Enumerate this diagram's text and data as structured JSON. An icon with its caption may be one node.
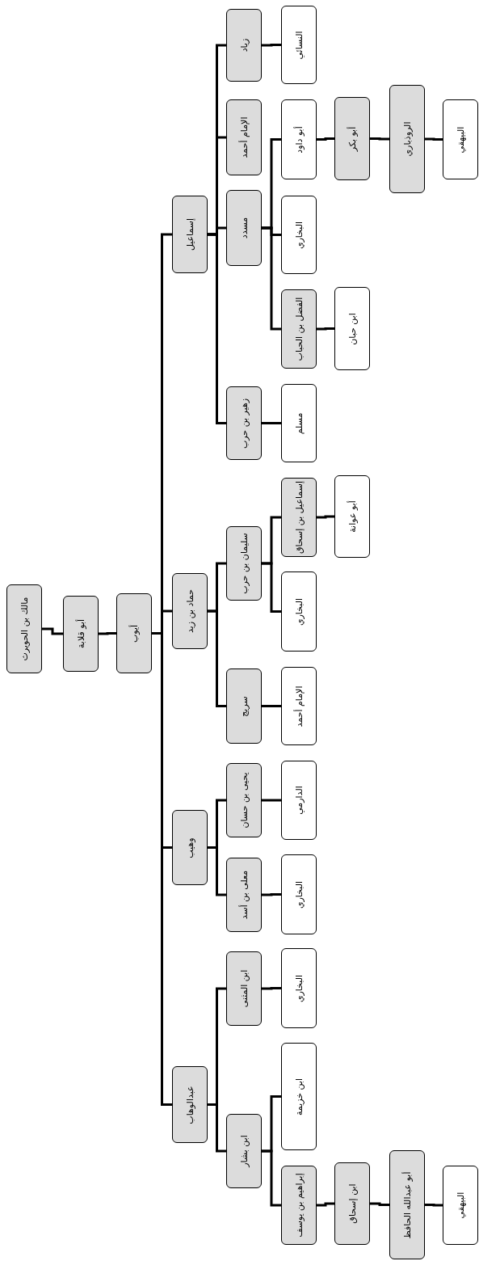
{
  "diagram": {
    "nodes": [
      {
        "text": [
          "مالك بن الحويرث"
        ]
      },
      {
        "text": [
          "أبو قلابة"
        ]
      },
      {
        "text": [
          "أيوب"
        ]
      },
      {
        "text": [
          "إسماعيل"
        ]
      },
      {
        "text": [
          "حماد بن زيد"
        ]
      },
      {
        "text": [
          "وهيب"
        ]
      },
      {
        "text": [
          "عبدالوهاب"
        ]
      },
      {
        "text": [
          "زياد"
        ]
      },
      {
        "text": [
          "الإمام أحمد"
        ]
      },
      {
        "text": [
          "مسدد"
        ]
      },
      {
        "text": [
          "زهير بن حرب"
        ]
      },
      {
        "text": [
          "سليمان بن حرب"
        ]
      },
      {
        "text": [
          "سريج"
        ]
      },
      {
        "text": [
          "يحيى بن حسان"
        ]
      },
      {
        "text": [
          "معلى بن أسد"
        ]
      },
      {
        "text": [
          "ابن المثنى"
        ]
      },
      {
        "text": [
          "ابن بشار"
        ]
      },
      {
        "text": [
          "النسائي"
        ]
      },
      {
        "text": [
          "أبو داود"
        ]
      },
      {
        "text": [
          "البخاري"
        ]
      },
      {
        "text": [
          "الفضل بن الحباب"
        ]
      },
      {
        "text": [
          "مسلم"
        ]
      },
      {
        "text": [
          "إسماعيل بن إسحاق"
        ]
      },
      {
        "text": [
          "البخاري"
        ]
      },
      {
        "text": [
          "الإمام أحمد"
        ]
      },
      {
        "text": [
          "الدارمي"
        ]
      },
      {
        "text": [
          "البخاري"
        ]
      },
      {
        "text": [
          "البخاري"
        ]
      },
      {
        "text": [
          "ابن خزيمة"
        ]
      },
      {
        "text": [
          "إبراهيم بن يوسف"
        ]
      },
      {
        "text": [
          "أبو بكر"
        ]
      },
      {
        "text": [
          "ابن حبان"
        ]
      },
      {
        "text": [
          "أبو عوانة"
        ]
      },
      {
        "text": [
          "ابن إسحاق"
        ]
      },
      {
        "text": [
          "الروذباري"
        ]
      },
      {
        "text": [
          "أبو عبدالله الحافظ"
        ]
      },
      {
        "text": [
          "البيهقي"
        ]
      },
      {
        "text": [
          "البيهقي"
        ]
      }
    ],
    "edges": [
      {
        "from": 0,
        "to": 1,
        "arrow": "none"
      },
      {
        "from": 1,
        "to": 2,
        "arrow": "none"
      },
      {
        "from": 2,
        "to": 3,
        "arrow": "none"
      },
      {
        "from": 2,
        "to": 4,
        "arrow": "none"
      },
      {
        "from": 2,
        "to": 5,
        "arrow": "none"
      },
      {
        "from": 2,
        "to": 6,
        "arrow": "none"
      },
      {
        "from": 3,
        "to": 7,
        "arrow": "none"
      },
      {
        "from": 3,
        "to": 8,
        "arrow": "none"
      },
      {
        "from": 3,
        "to": 9,
        "arrow": "none"
      },
      {
        "from": 3,
        "to": 10,
        "arrow": "none"
      },
      {
        "from": 4,
        "to": 11,
        "arrow": "none"
      },
      {
        "from": 4,
        "to": 12,
        "arrow": "none"
      },
      {
        "from": 5,
        "to": 13,
        "arrow": "none"
      },
      {
        "from": 5,
        "to": 14,
        "arrow": "none"
      },
      {
        "from": 6,
        "to": 15,
        "arrow": "none"
      },
      {
        "from": 6,
        "to": 16,
        "arrow": "none"
      },
      {
        "from": 7,
        "to": 17,
        "arrow": "none"
      },
      {
        "from": 9,
        "to": 18,
        "arrow": "none"
      },
      {
        "from": 9,
        "to": 19,
        "arrow": "none"
      },
      {
        "from": 9,
        "to": 20,
        "arrow": "none"
      },
      {
        "from": 10,
        "to": 21,
        "arrow": "none"
      },
      {
        "from": 11,
        "to": 22,
        "arrow": "none"
      },
      {
        "from": 11,
        "to": 23,
        "arrow": "none"
      },
      {
        "from": 12,
        "to": 24,
        "arrow": "none"
      },
      {
        "from": 13,
        "to": 25,
        "arrow": "none"
      },
      {
        "from": 14,
        "to": 26,
        "arrow": "none"
      },
      {
        "from": 15,
        "to": 27,
        "arrow": "none"
      },
      {
        "from": 16,
        "to": 28,
        "arrow": "none"
      },
      {
        "from": 16,
        "to": 29,
        "arrow": "none"
      },
      {
        "from": 18,
        "to": 30,
        "arrow": "none"
      },
      {
        "from": 20,
        "to": 31,
        "arrow": "none"
      },
      {
        "from": 22,
        "to": 32,
        "arrow": "none"
      },
      {
        "from": 29,
        "to": 33,
        "arrow": "none"
      },
      {
        "from": 30,
        "to": 34,
        "arrow": "none"
      },
      {
        "from": 33,
        "to": 35,
        "arrow": "none"
      },
      {
        "from": 34,
        "to": 36,
        "arrow": "none"
      },
      {
        "from": 35,
        "to": 37,
        "arrow": "none"
      }
    ]
  }
}
